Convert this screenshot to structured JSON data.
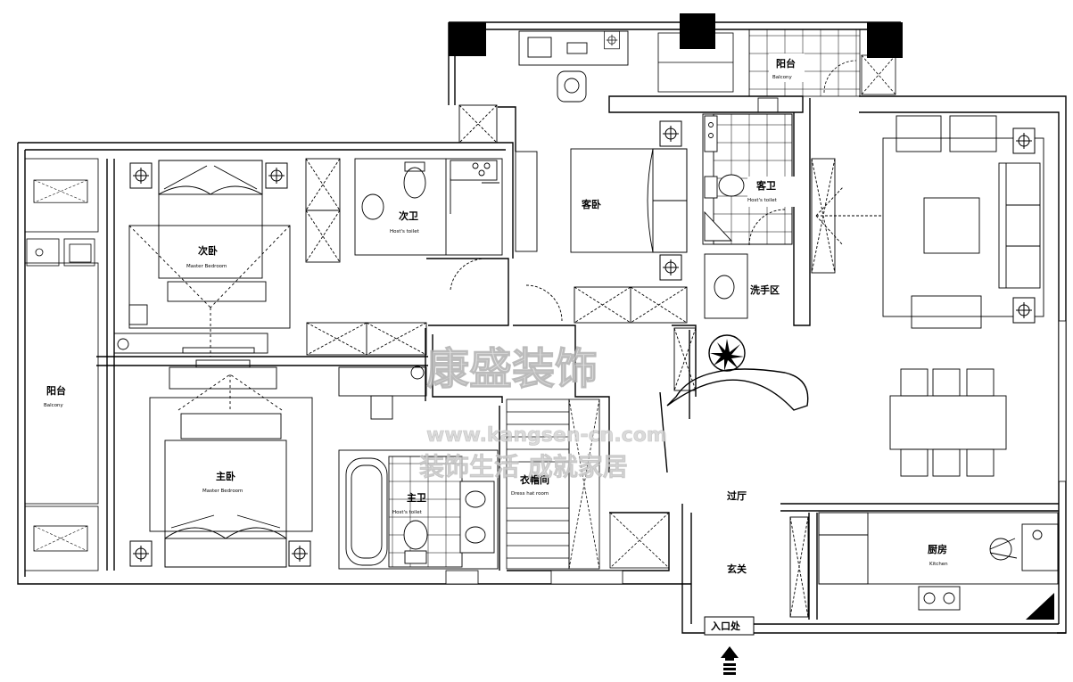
{
  "rooms": {
    "secondary_bedroom": {
      "zh": "次卧",
      "en": "Master Bedroom"
    },
    "master_bedroom": {
      "zh": "主卧",
      "en": "Master Bedroom"
    },
    "balcony_left": {
      "zh": "阳台",
      "en": "Balcony"
    },
    "balcony_top": {
      "zh": "阳台",
      "en": "Balcony"
    },
    "secondary_bath": {
      "zh": "次卫",
      "en": "Host's toilet"
    },
    "guest_bath": {
      "zh": "客卫",
      "en": "Host's toilet"
    },
    "master_bath": {
      "zh": "主卫",
      "en": "Host's toilet"
    },
    "guest_room": {
      "zh": "客卧"
    },
    "wash_area": {
      "zh": "洗手区"
    },
    "dress_room": {
      "zh": "衣帽间",
      "en": "Dress hat room"
    },
    "hallway": {
      "zh": "过厅"
    },
    "foyer": {
      "zh": "玄关"
    },
    "kitchen": {
      "zh": "厨房",
      "en": "Kitchen"
    },
    "entrance": {
      "zh": "入口处"
    }
  },
  "watermark": {
    "brand": "康盛装饰",
    "url": "www.kangsen-cn.com",
    "slogan": "装饰生活 成就家居"
  },
  "colors": {
    "line": "#000000",
    "wall_fill": "#ffffff",
    "watermark": "#cfcfcf"
  }
}
